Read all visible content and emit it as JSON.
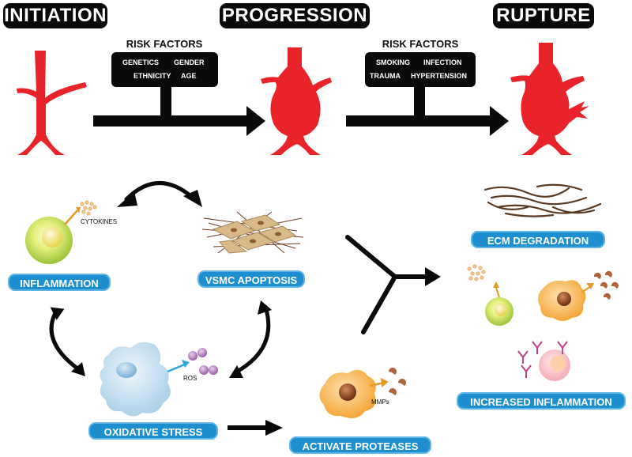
{
  "stages": {
    "initiation": "INITIATION",
    "progression": "PROGRESSION",
    "rupture": "RUPTURE"
  },
  "risk_factors_1": {
    "heading": "RISK FACTORS",
    "items": [
      "GENETICS",
      "GENDER",
      "ETHNICITY",
      "AGE"
    ]
  },
  "risk_factors_2": {
    "heading": "RISK FACTORS",
    "items": [
      "SMOKING",
      "INFECTION",
      "TRAUMA",
      "HYPERTENSION"
    ]
  },
  "mechanisms": {
    "inflammation": "INFLAMMATION",
    "vsmc_apoptosis": "VSMC APOPTOSIS",
    "oxidative_stress": "OXIDATIVE STRESS",
    "activate_proteases": "ACTIVATE PROTEASES"
  },
  "outcomes": {
    "ecm_degradation": "ECM DEGRADATION",
    "increased_inflammation": "INCREASED INFLAMMATION"
  },
  "small_labels": {
    "cytokines": "CYTOKINES",
    "ros": "ROS",
    "mmps": "MMPs"
  },
  "colors": {
    "artery_red": "#e8232a",
    "pill_blue": "#1d8fcf",
    "cell_green": "#c8e04a",
    "cell_orange": "#f7a73a",
    "smc_tan": "#d9b98a",
    "ros_purple": "#b07ab8",
    "arrow_black": "#0a0a0a"
  },
  "icons": [
    "artery-normal-icon",
    "artery-aneurysm-icon",
    "artery-ruptured-icon",
    "macrophage-icon",
    "smooth-muscle-sheet-icon",
    "oxidative-cell-icon",
    "ecm-fibers-icon",
    "antibody-icon"
  ]
}
